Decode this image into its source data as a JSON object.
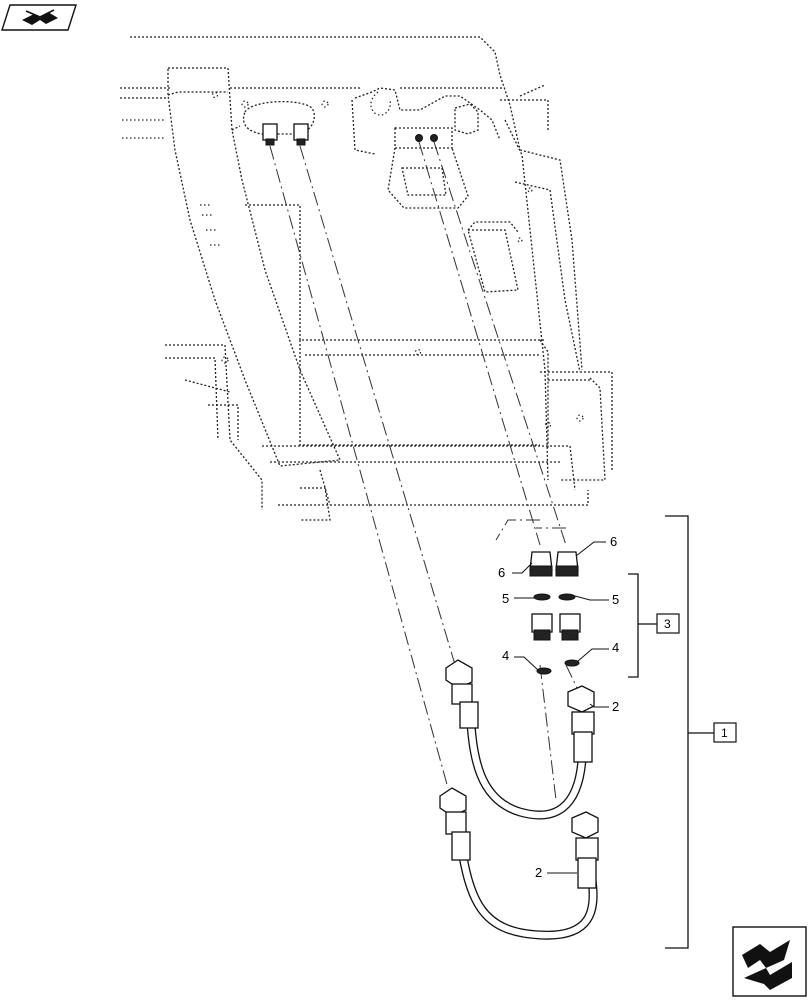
{
  "header": {
    "icon": "book-open-arrow-icon"
  },
  "footer": {
    "icon": "page-next-arrow-icon"
  },
  "callouts": {
    "c6a": "6",
    "c6b": "6",
    "c5a": "5",
    "c5b": "5",
    "c4a": "4",
    "c4b": "4",
    "c2a": "2",
    "c2b": "2"
  },
  "boxes": {
    "b3": "3",
    "b1": "1"
  }
}
